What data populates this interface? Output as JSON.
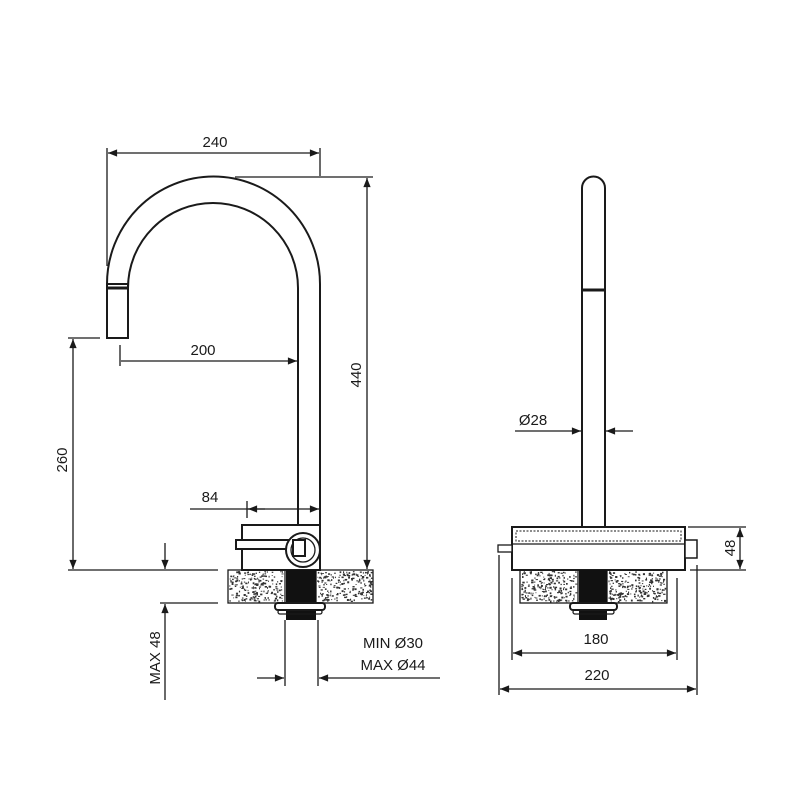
{
  "title": "Faucet technical dimension drawing",
  "colors": {
    "line": "#1a1a1a",
    "background": "#ffffff",
    "shank": "#111111"
  },
  "side_view": {
    "dim_overall_reach": "240",
    "dim_spout_reach": "200",
    "dim_height": "440",
    "dim_spout_height": "260",
    "dim_handle_offset": "84",
    "dim_max_deck": "MAX 48",
    "hole_min": "MIN Ø30",
    "hole_max": "MAX Ø44"
  },
  "front_view": {
    "dim_pipe_diameter": "Ø28",
    "dim_base_height": "48",
    "dim_base_width": "180",
    "dim_overall_width": "220"
  }
}
